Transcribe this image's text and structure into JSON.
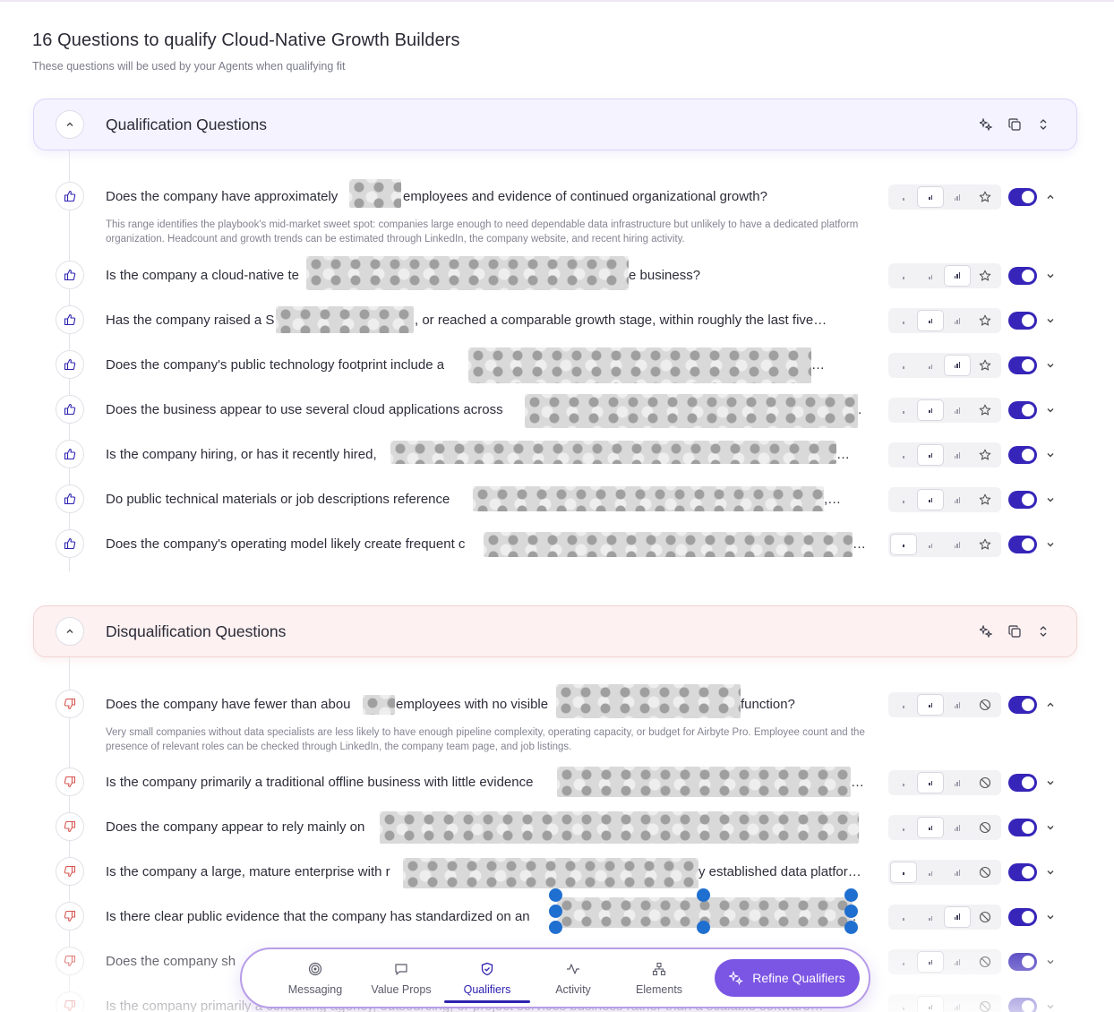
{
  "page": {
    "title": "16 Questions to qualify Cloud-Native Growth Builders",
    "subtitle": "These questions will be used by your Agents when qualifying fit"
  },
  "sections": {
    "qualification": {
      "title": "Qualification Questions",
      "questions": [
        {
          "text": "Does the company have approximately",
          "tail": "employees and evidence of continued organizational growth?",
          "level": 2,
          "end_icon": "star-icon",
          "expanded": true,
          "description": "This range identifies the playbook's mid-market sweet spot: companies large enough to need dependable data infrastructure but unlikely to have a dedicated platform organization. Headcount and growth trends can be estimated through LinkedIn, the company website, and recent hiring activity."
        },
        {
          "text": "Is the company a cloud-native te",
          "tail": "e business?",
          "level": 3,
          "end_icon": "star-icon"
        },
        {
          "text": "Has the company raised a S",
          "tail": ", or reached a comparable growth stage, within roughly the last five…",
          "level": 2,
          "end_icon": "star-icon"
        },
        {
          "text": "Does the company's public technology footprint include a",
          "tail": "…",
          "level": 3,
          "end_icon": "star-icon"
        },
        {
          "text": "Does the business appear to use several cloud applications across",
          "tail": ".",
          "level": 2,
          "end_icon": "star-icon"
        },
        {
          "text": "Is the company hiring, or has it recently hired,",
          "tail": "…",
          "level": 2,
          "end_icon": "star-icon"
        },
        {
          "text": "Do public technical materials or job descriptions reference",
          "tail": ",…",
          "level": 2,
          "end_icon": "star-icon"
        },
        {
          "text": "Does the company's operating model likely create frequent c",
          "tail": "…",
          "level": 1,
          "end_icon": "star-icon"
        }
      ]
    },
    "disqualification": {
      "title": "Disqualification Questions",
      "questions": [
        {
          "text": "Does the company have fewer than abou",
          "mid": "employees with no visible",
          "tail": "function?",
          "level": 2,
          "end_icon": "ban-icon",
          "expanded": true,
          "description": "Very small companies without data specialists are less likely to have enough pipeline complexity, operating capacity, or budget for Airbyte Pro. Employee count and the presence of relevant roles can be checked through LinkedIn, the company team page, and job listings."
        },
        {
          "text": "Is the company primarily a traditional offline business with little evidence",
          "tail": "…",
          "level": 2,
          "end_icon": "ban-icon"
        },
        {
          "text": "Does the company appear to rely mainly on",
          "tail": "",
          "level": 2,
          "end_icon": "ban-icon"
        },
        {
          "text": "Is the company a large, mature enterprise with r",
          "tail": "y established data platfor…",
          "level": 1,
          "end_icon": "ban-icon"
        },
        {
          "text": "Is there clear public evidence that the company has standardized on an",
          "tail": ".",
          "level": 3,
          "end_icon": "ban-icon"
        },
        {
          "text": "Does the company sh",
          "tail": "",
          "level": 2,
          "end_icon": "ban-icon"
        },
        {
          "text": "Is the company primarily a consulting agency, outsourcing, or project services business rather than a scalable software…",
          "tail": "",
          "level": 2,
          "end_icon": "ban-icon"
        }
      ]
    }
  },
  "nav": {
    "items": [
      {
        "label": "Messaging",
        "icon": "target-icon"
      },
      {
        "label": "Value Props",
        "icon": "message-icon"
      },
      {
        "label": "Qualifiers",
        "icon": "shield-icon",
        "active": true
      },
      {
        "label": "Activity",
        "icon": "activity-icon"
      },
      {
        "label": "Elements",
        "icon": "hierarchy-icon"
      }
    ],
    "refine_label": "Refine Qualifiers"
  },
  "colors": {
    "accent": "#3625b8",
    "refine_button": "#7b55e3",
    "qual_header_bg": "#f4f3ff",
    "disq_header_bg": "#fdf1f1"
  }
}
